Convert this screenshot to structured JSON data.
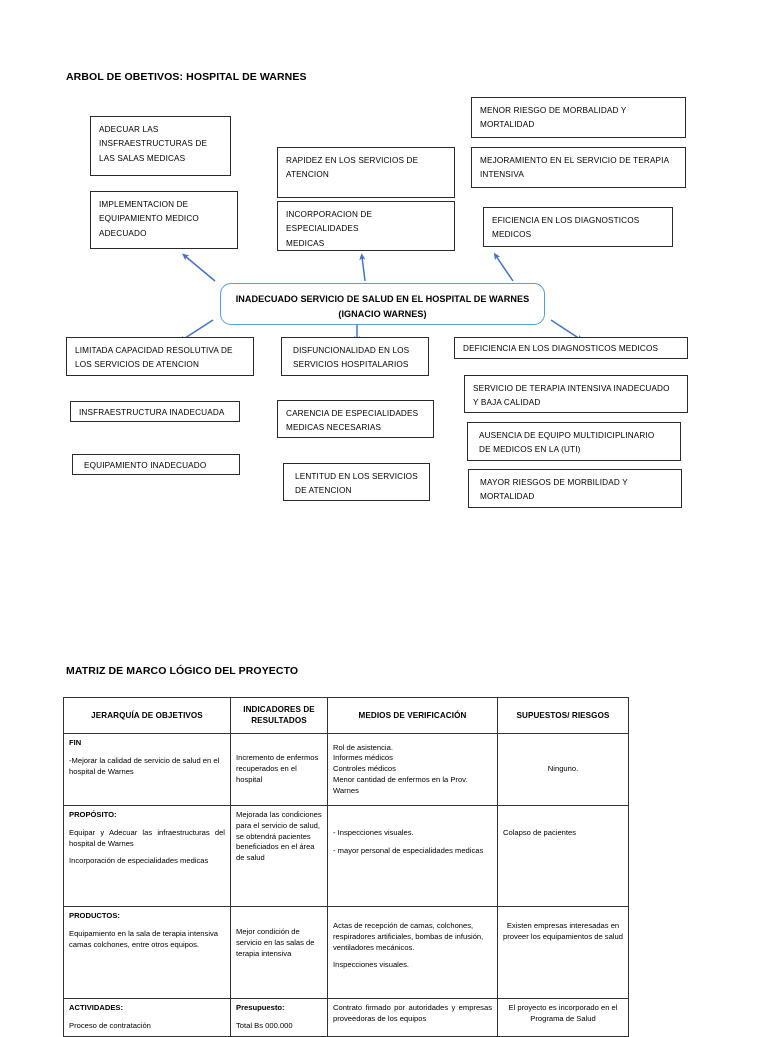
{
  "page": {
    "objetivos_title": "ARBOL DE OBETIVOS: HOSPITAL DE WARNES",
    "matriz_title": "MATRIZ DE MARCO LÓGICO DEL PROYECTO",
    "accent_color": "#4472c4",
    "central_border_color": "#5b9bd5",
    "box_border_color": "#2b2b2b"
  },
  "diagram": {
    "central": {
      "line1": "INADECUADO SERVICIO DE SALUD EN EL HOSPITAL DE WARNES",
      "line2": "(IGNACIO WARNES)"
    },
    "objectives": [
      {
        "id": "adecuar-infraestructuras",
        "lines": [
          "ADECUAR LAS",
          "INSFRAESTRUCTURAS DE",
          "LAS SALAS MEDICAS"
        ]
      },
      {
        "id": "implementacion-equipamiento",
        "lines": [
          "IMPLEMENTACION DE",
          "EQUIPAMIENTO MEDICO",
          "ADECUADO"
        ]
      },
      {
        "id": "rapidez-servicios",
        "lines": [
          "RAPIDEZ EN LOS SERVICIOS DE",
          "ATENCION"
        ]
      },
      {
        "id": "incorporacion-especialidades",
        "lines": [
          "INCORPORACION DE ESPECIALIDADES",
          "MEDICAS"
        ]
      },
      {
        "id": "menor-riesgo-morbalidad",
        "lines": [
          "MENOR RIESGO DE MORBALIDAD Y",
          "MORTALIDAD"
        ]
      },
      {
        "id": "mejoramiento-terapia-intensiva",
        "lines": [
          "MEJORAMIENTO EN EL SERVICIO DE TERAPIA",
          "INTENSIVA"
        ]
      },
      {
        "id": "eficiencia-diagnosticos",
        "lines": [
          "EFICIENCIA EN LOS DIAGNOSTICOS",
          "MEDICOS"
        ]
      }
    ],
    "causes": [
      {
        "id": "limitada-capacidad",
        "lines": [
          "LIMITADA CAPACIDAD RESOLUTIVA DE",
          "LOS SERVICIOS DE ATENCION"
        ]
      },
      {
        "id": "insfraestructura-inadecuada",
        "lines": [
          "INSFRAESTRUCTURA INADECUADA"
        ]
      },
      {
        "id": "equipamiento-inadecuado",
        "lines": [
          "EQUIPAMIENTO INADECUADO"
        ]
      },
      {
        "id": "disfuncionalidad-servicios",
        "lines": [
          "DISFUNCIONALIDAD EN LOS",
          "SERVICIOS HOSPITALARIOS"
        ]
      },
      {
        "id": "carencia-especialidades",
        "lines": [
          "CARENCIA DE ESPECIALIDADES",
          "MEDICAS NECESARIAS"
        ]
      },
      {
        "id": "lentitud-servicios",
        "lines": [
          "LENTITUD EN LOS SERVICIOS",
          "DE ATENCION"
        ]
      },
      {
        "id": "deficiencia-diagnosticos",
        "lines": [
          "DEFICIENCIA EN LOS DIAGNOSTICOS MEDICOS"
        ]
      },
      {
        "id": "servicio-terapia-inadecuado",
        "lines": [
          "SERVICIO DE TERAPIA INTENSIVA INADECUADO",
          "Y BAJA CALIDAD"
        ]
      },
      {
        "id": "ausencia-equipo-multidiciplinario",
        "lines": [
          "AUSENCIA DE EQUIPO MULTIDICIPLINARIO",
          "DE MEDICOS EN LA (UTI)"
        ]
      },
      {
        "id": "mayor-riesgos-morbilidad",
        "lines": [
          "MAYOR RIESGOS DE MORBILIDAD Y",
          "MORTALIDAD"
        ]
      }
    ]
  },
  "matrix": {
    "headers": [
      "JERARQUÍA DE OBJETIVOS",
      "INDICADORES DE RESULTADOS",
      "MEDIOS DE VERIFICACIÓN",
      "SUPUESTOS/ RIESGOS"
    ],
    "rows": [
      {
        "id": "fin",
        "objetivos_head": "FIN",
        "objetivos_body": [
          "-Mejorar la calidad de servicio de salud en el hospital de Warnes"
        ],
        "indicadores": [
          "Incremento de enfermos recuperados en el hospital"
        ],
        "medios": [
          "Rol de asistencia.",
          "Informes médicos",
          "Controles médicos",
          "Menor cantidad de enfermos en la Prov. Warnes"
        ],
        "supuestos": [
          "Ninguno."
        ]
      },
      {
        "id": "proposito",
        "objetivos_head": "PROPÓSITO:",
        "objetivos_body": [
          "Equipar y Adecuar las infraestructuras del hospital de Warnes",
          "Incorporación de especialidades medicas"
        ],
        "indicadores": [
          "Mejorada las condiciones para el servicio de salud, se obtendrá pacientes beneficiados en el área de salud"
        ],
        "medios": [
          "- Inspecciones visuales.",
          "- mayor personal de especialidades medicas"
        ],
        "supuestos": [
          "Colapso de pacientes"
        ]
      },
      {
        "id": "productos",
        "objetivos_head": "PRODUCTOS:",
        "objetivos_body": [
          "Equipamiento en la sala de terapia intensiva camas colchones, entre otros equipos."
        ],
        "indicadores": [
          "Mejor condición de servicio en las salas de terapia intensiva"
        ],
        "medios": [
          "Actas de recepción de camas, colchones, respiradores artificiales, bombas de infusión, ventiladores mecánicos.",
          "Inspecciones visuales."
        ],
        "supuestos": [
          "Existen empresas interesadas en proveer los equipamientos de salud"
        ]
      },
      {
        "id": "actividades",
        "objetivos_head": "ACTIVIDADES:",
        "objetivos_body": [
          "Proceso de contratación"
        ],
        "indicadores_head": "Presupuesto:",
        "indicadores": [
          "Total Bs 000.000"
        ],
        "medios": [
          "Contrato firmado por autoridades y empresas proveedoras de los equipos"
        ],
        "supuestos": [
          "El proyecto es incorporado en el Programa de Salud"
        ]
      }
    ]
  }
}
